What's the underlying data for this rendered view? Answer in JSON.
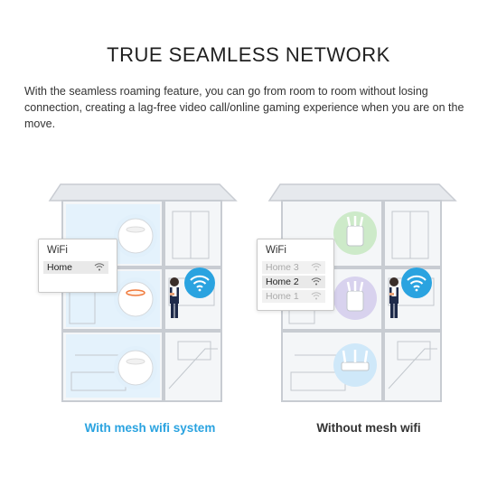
{
  "header": {
    "title": "TRUE SEAMLESS NETWORK",
    "description": "With the seamless roaming feature, you can go from room to room without losing connection, creating a lag-free video call/online gaming experience when you are on the move."
  },
  "mesh_panel": {
    "title": "WiFi",
    "networks": [
      "Home"
    ]
  },
  "nomesh_panel": {
    "title": "WiFi",
    "networks": [
      "Home 3",
      "Home 2",
      "Home 1"
    ]
  },
  "captions": {
    "left": "With mesh wifi system",
    "right": "Without mesh wifi"
  },
  "colors": {
    "accent_blue": "#2aa3e0",
    "house_gray": "#c8ccd2",
    "room_fill": "#f2f4f6",
    "green_bubble": "#cdeac9",
    "purple_bubble": "#d8d2ee",
    "mesh_glow": "#e2f1fb"
  },
  "icons": [
    "mesh-node-icon",
    "wifi-icon",
    "person-icon",
    "router-icon"
  ]
}
